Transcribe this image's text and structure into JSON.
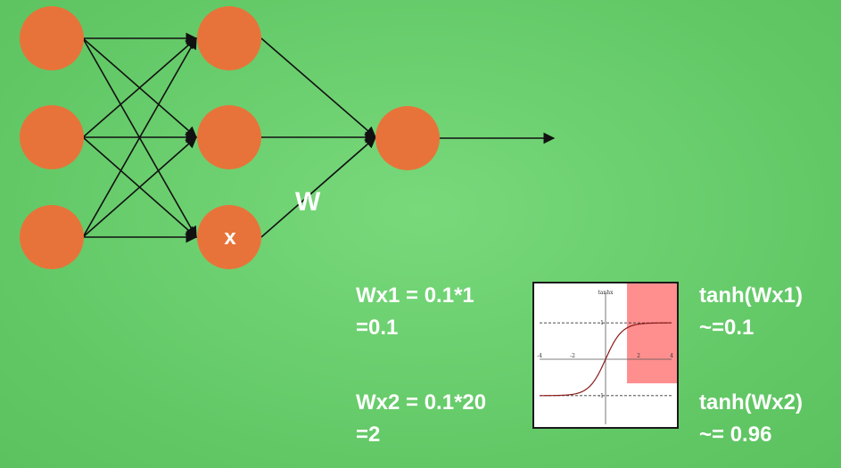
{
  "diagram": {
    "hidden_node_label": "x",
    "weight_label": "W"
  },
  "equations": {
    "wx1_line1": "Wx1 = 0.1*1",
    "wx1_line2": "=0.1",
    "wx2_line1": "Wx2 = 0.1*20",
    "wx2_line2": "=2",
    "tanh1_line1": "tanh(Wx1)",
    "tanh1_line2": "~=0.1",
    "tanh2_line1": "tanh(Wx2)",
    "tanh2_line2": "~= 0.96"
  },
  "plot": {
    "title": "tanhx",
    "x_ticks": [
      "-4",
      "-2",
      "2",
      "4"
    ],
    "y_ticks": [
      "1",
      "-1"
    ],
    "xlim": [
      -4,
      4
    ],
    "ylim": [
      -1.2,
      1.2
    ],
    "highlight_x_from": 1.3,
    "highlight_color": "#ff8f8f",
    "curve_color": "#8b1a1a"
  },
  "colors": {
    "background": "#6bcf70",
    "node": "#e8733a"
  }
}
